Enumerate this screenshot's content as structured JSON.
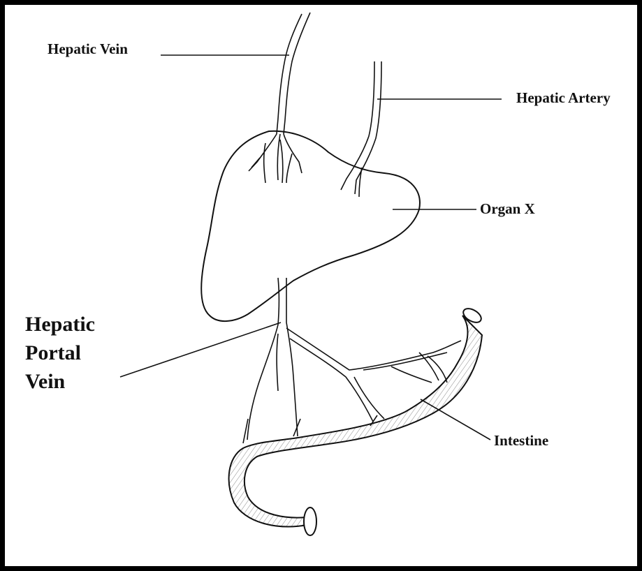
{
  "labels": {
    "hepatic_vein": "Hepatic Vein",
    "hepatic_artery": "Hepatic Artery",
    "organ_x": "Organ X",
    "hepatic_portal_vein": [
      "Hepatic",
      "Portal",
      "Vein"
    ],
    "intestine": "Intestine"
  },
  "colors": {
    "frame": "#000000",
    "background": "#ffffff",
    "ink": "#111111"
  }
}
